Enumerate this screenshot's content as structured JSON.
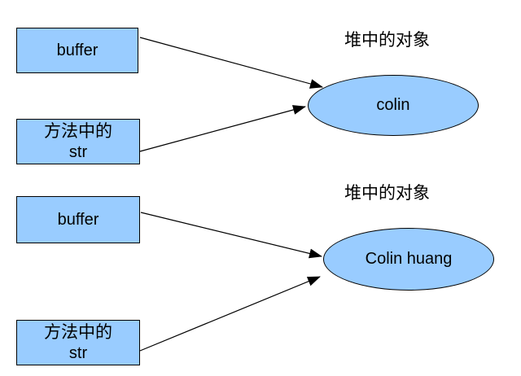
{
  "colors": {
    "shape_fill": "#99CCFF",
    "shape_border": "#000000",
    "arrow": "#000000",
    "text": "#000000",
    "bg": "#FFFFFF"
  },
  "top": {
    "heap_label": "堆中的对象",
    "buffer_box_label": "buffer",
    "str_box_line1": "方法中的",
    "str_box_line2": "str",
    "ellipse_label": "colin"
  },
  "bottom": {
    "heap_label": "堆中的对象",
    "buffer_box_label": "buffer",
    "str_box_line1": "方法中的",
    "str_box_line2": "str",
    "ellipse_label": "Colin huang"
  }
}
